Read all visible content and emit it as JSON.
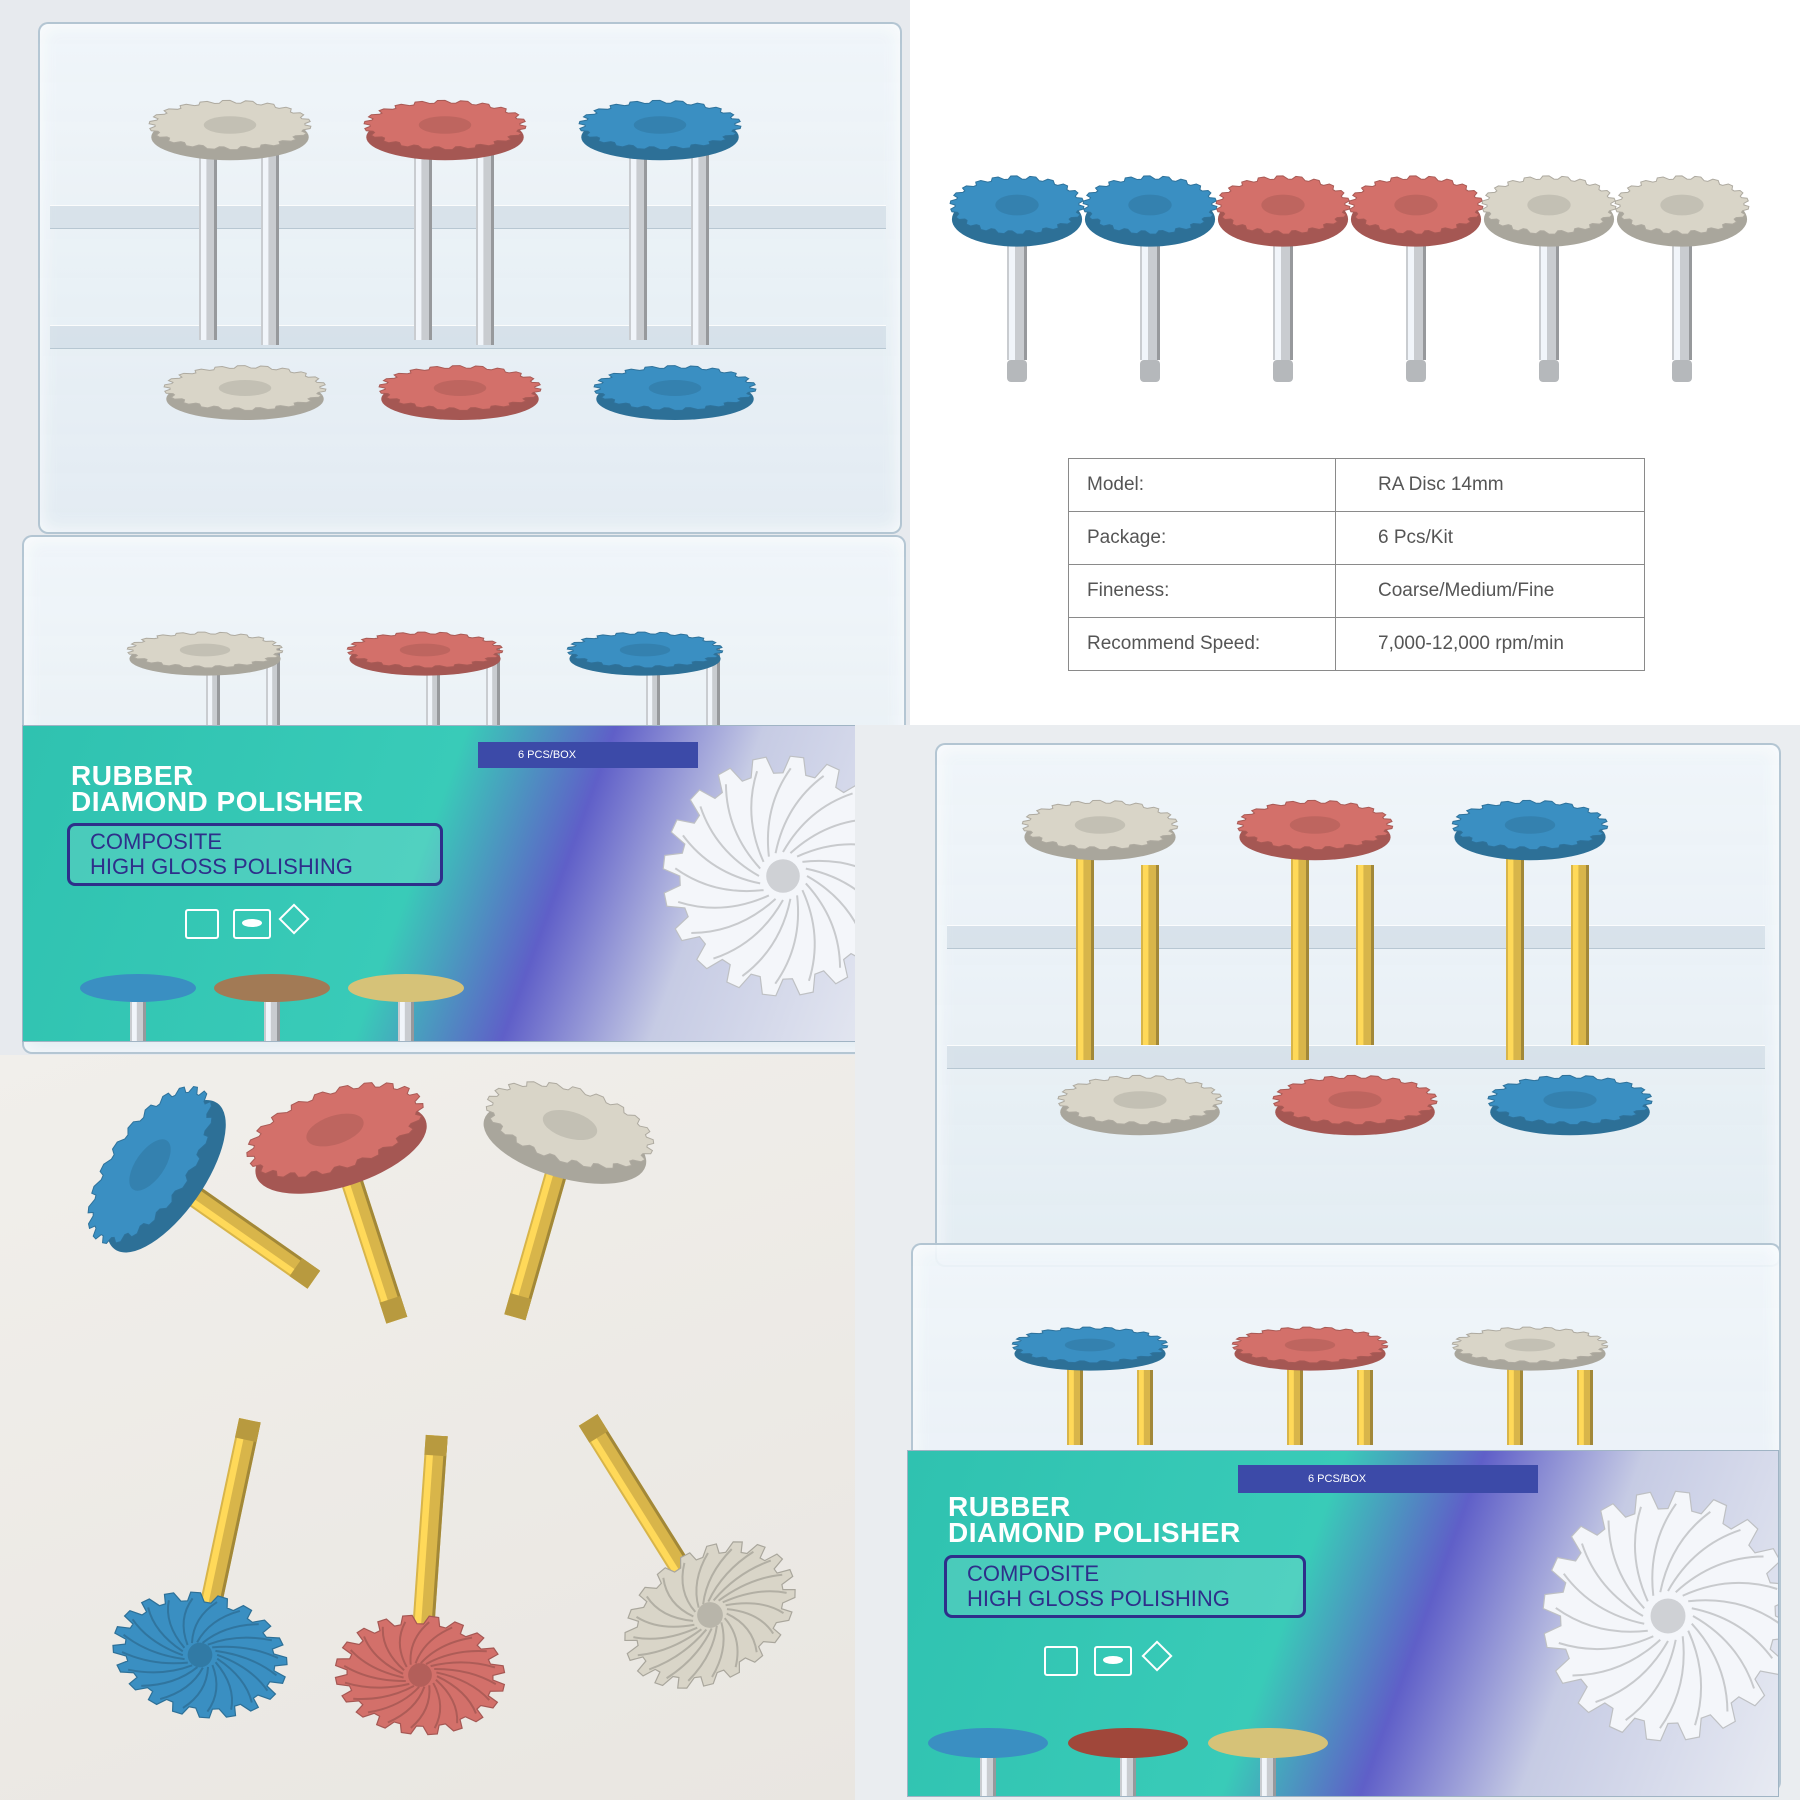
{
  "colors": {
    "blue_disc": "#3a8fc2",
    "red_disc": "#d3706a",
    "beige_disc": "#d9d5c8",
    "steel_shank": "#c9ccd0",
    "gold_shank": "#d8b54a",
    "label_teal": "#2fc2b0",
    "label_navy": "#2e2f8a",
    "table_border": "#8a8a8a"
  },
  "product_label": {
    "title_line1": "RUBBER",
    "title_line2": "DIAMOND POLISHER",
    "subtitle_line1": "COMPOSITE",
    "subtitle_line2": "HIGH GLOSS POLISHING",
    "badge": "6 PCS/BOX"
  },
  "spec_table": {
    "rows": [
      {
        "label": "Model:",
        "value": "RA Disc 14mm"
      },
      {
        "label": "Package:",
        "value": "6 Pcs/Kit"
      },
      {
        "label": "Fineness:",
        "value": "Coarse/Medium/Fine"
      },
      {
        "label": "Recommend Speed:",
        "value": "7,000-12,000 rpm/min"
      }
    ]
  },
  "icons": [
    "package-icon",
    "lips-icon",
    "diamond-icon"
  ]
}
